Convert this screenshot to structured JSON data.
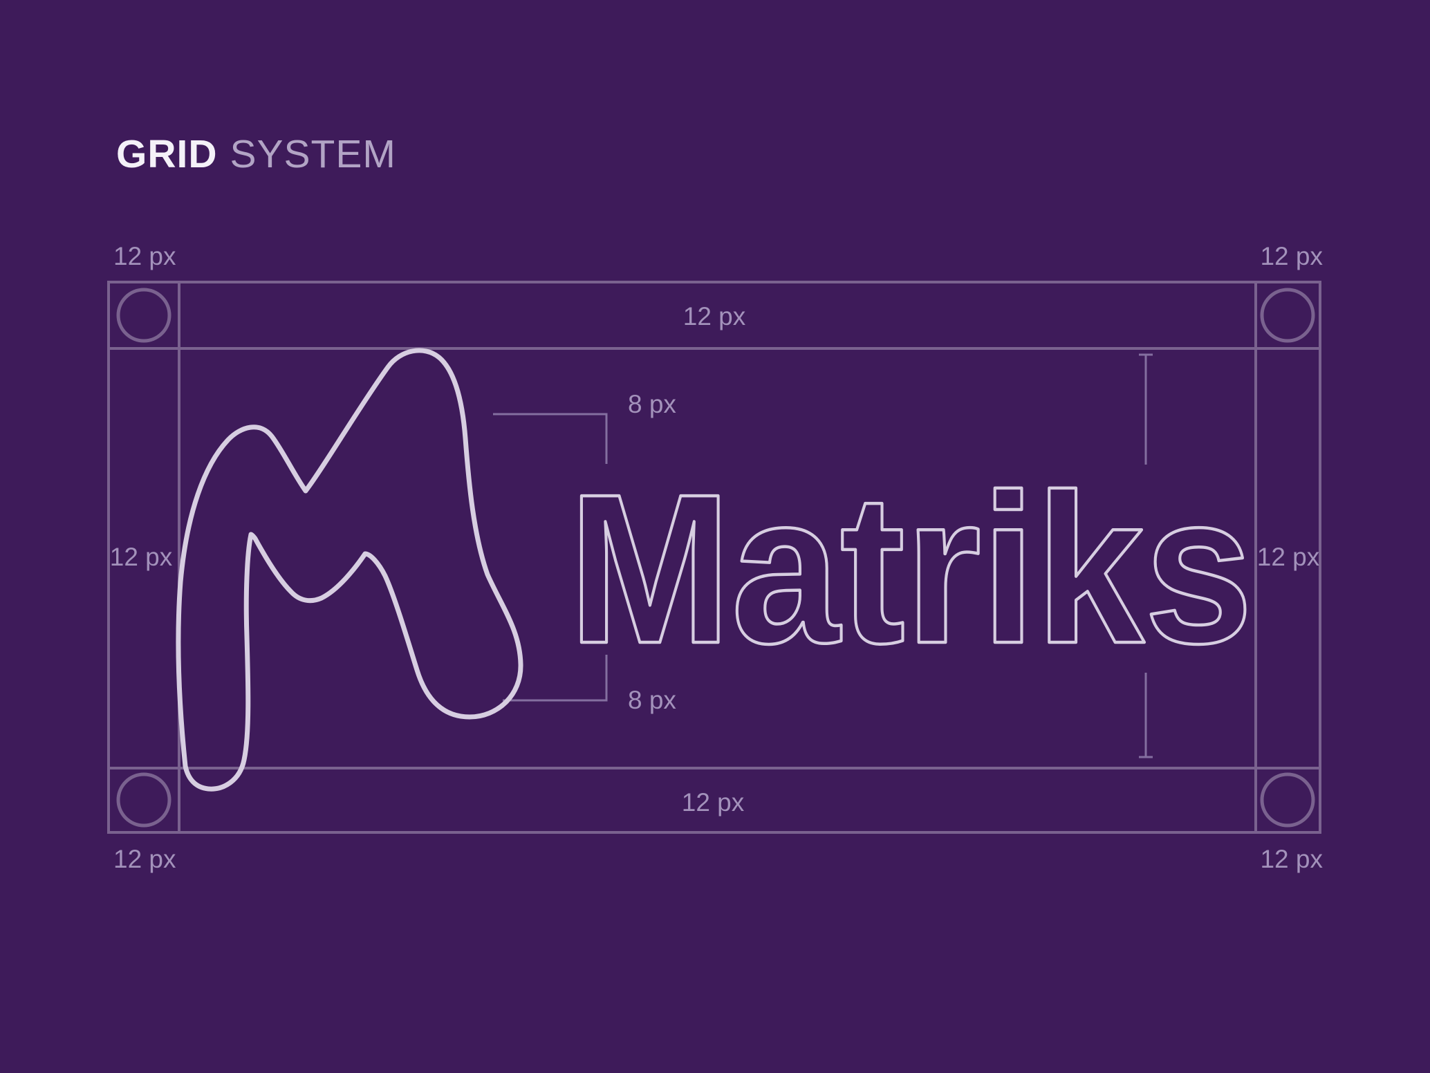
{
  "colors": {
    "background": "#3E1B5A",
    "grid_line": "#7A628F",
    "measure_line": "#846FA0",
    "label_text": "#A392BB",
    "title_primary": "#F4F1F8",
    "title_secondary": "#B2A4C5",
    "logo_stroke": "#D7CEE1"
  },
  "title": {
    "primary": "GRID",
    "secondary": "SYSTEM"
  },
  "labels": {
    "margin": "12 px",
    "gap": "8 px"
  },
  "logo": {
    "wordmark": "Matriks",
    "mark_name": "matriks-m-logomark"
  }
}
